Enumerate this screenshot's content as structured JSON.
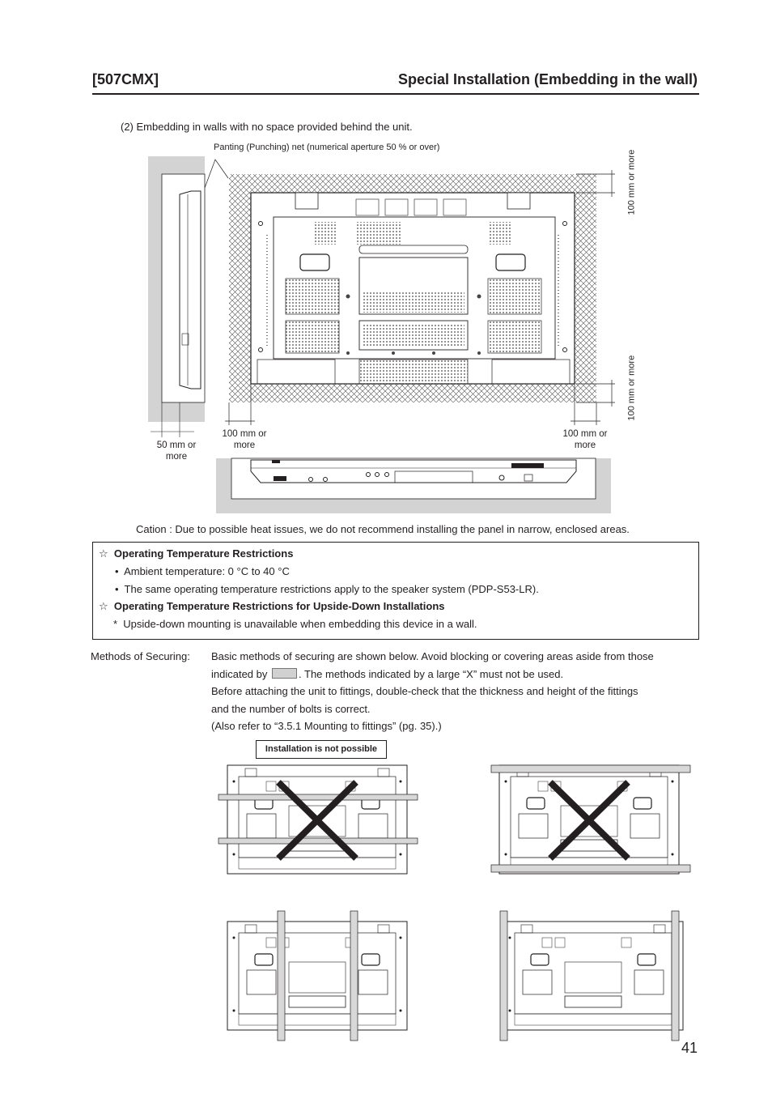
{
  "header": {
    "model": "[507CMX]",
    "title": "Special Installation (Embedding in the wall)"
  },
  "section": {
    "heading": "(2) Embedding in walls with no space provided behind the unit."
  },
  "diagram": {
    "net_label": "Panting (Punching) net (numerical aperture 50 % or over)",
    "dim_top_right": "100 mm or more",
    "dim_bottom_right": "100 mm or more",
    "dim_side_left": "50 mm or more",
    "dim_bottom_left": "100 mm or more",
    "dim_bottom_far_right": "100 mm or more"
  },
  "caution": "Cation : Due to possible heat issues, we do not recommend installing the panel in narrow, enclosed areas.",
  "restrictions": {
    "star_symbol": "☆",
    "heading1": "Operating Temperature Restrictions",
    "bullet1": "Ambient temperature:  0 °C  to 40 °C",
    "bullet2": "The same operating temperature restrictions apply to the speaker system (PDP-S53-LR).",
    "heading2": "Operating Temperature Restrictions for Upside-Down Installations",
    "note": "Upside-down mounting is unavailable when embedding this device in a wall."
  },
  "securing": {
    "label": "Methods of Securing:",
    "line1": "Basic methods of securing are shown below. Avoid blocking or covering areas aside from those",
    "line2_a": "indicated by",
    "line2_b": ". The methods indicated by a large “X” must not be used.",
    "line3": "Before attaching the unit to fittings, double-check that the thickness and height of the fittings",
    "line4": "and the number of bolts is correct.",
    "line5": "(Also refer to “3.5.1 Mounting to fittings” (pg. 35).)"
  },
  "not_possible_label": "Installation is not possible",
  "page_number": "41"
}
